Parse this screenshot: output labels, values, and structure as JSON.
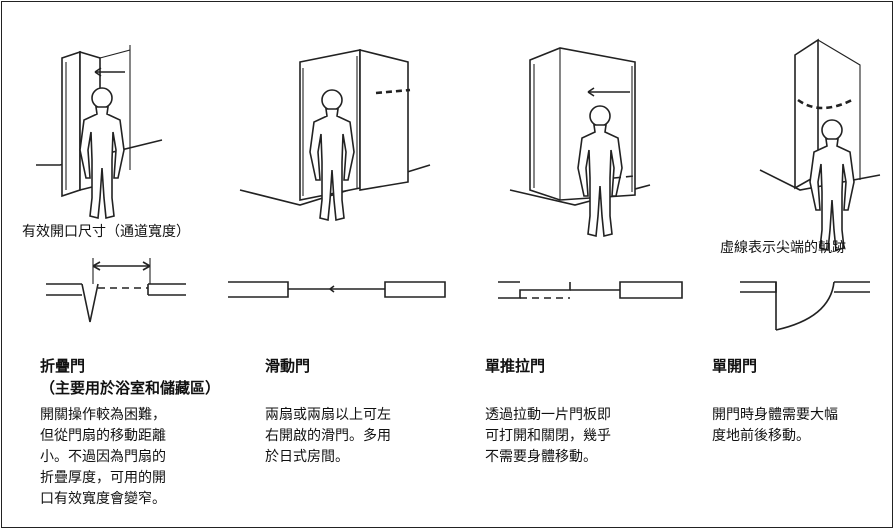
{
  "annotations": {
    "effective_opening": "有效開口尺寸（通道寬度）",
    "dashed_line_note": "虛線表示尖端的軌跡"
  },
  "doors": [
    {
      "title": "折疊門",
      "subtitle": "（主要用於浴室和儲藏區）",
      "description": "開關操作較為困難，\n但從門扇的移動距離\n小。不過因為門扇的\n折疊厚度，可用的開\n口有效寬度會變窄。"
    },
    {
      "title": "滑動門",
      "subtitle": "",
      "description": "兩扇或兩扇以上可左\n右開啟的滑門。多用\n於日式房間。"
    },
    {
      "title": "單推拉門",
      "subtitle": "",
      "description": "透過拉動一片門板即\n可打開和關閉，幾乎\n不需要身體移動。"
    },
    {
      "title": "單開門",
      "subtitle": "",
      "description": "開門時身體需要大幅\n度地前後移動。"
    }
  ]
}
